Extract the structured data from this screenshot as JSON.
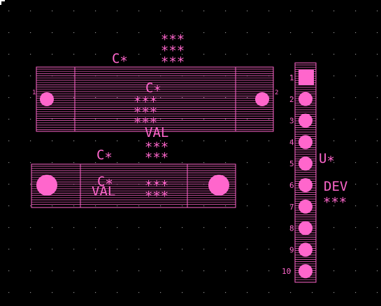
{
  "palette": {
    "background": "#000000",
    "grid_dot": "#8a8a8a",
    "artwork": "#ff66cc",
    "corner_marker": "#ffffff"
  },
  "components": {
    "cap_upper": {
      "ref_label": "C∗",
      "inner_ref": "C∗",
      "value_label": "VAL",
      "stars_top": "∗∗∗",
      "stars_mid": "∗∗∗",
      "pad1_number": "1",
      "pad2_number": "2"
    },
    "cap_lower": {
      "ref_label": "C∗",
      "inner_ref": "C∗",
      "value_label": "VAL",
      "stars_mid": "∗∗∗"
    },
    "header_u": {
      "ref_label": "U∗",
      "device_label": "DEV",
      "stars": "∗∗∗",
      "pin_numbers": [
        "1",
        "2",
        "3",
        "4",
        "5",
        "6",
        "7",
        "8",
        "9",
        "10"
      ]
    }
  }
}
